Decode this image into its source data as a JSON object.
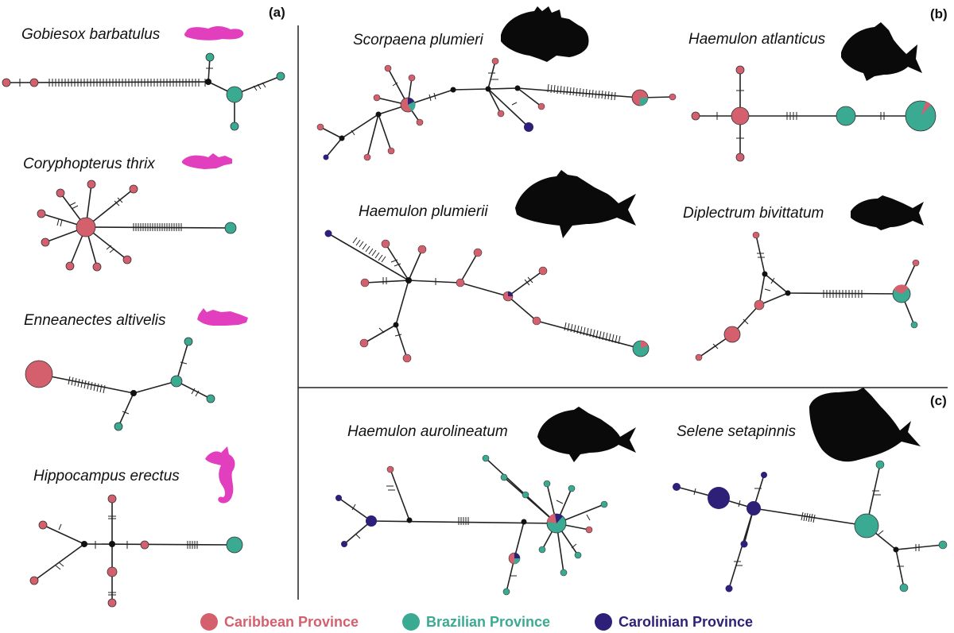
{
  "colors": {
    "caribbean": "#d4606e",
    "brazilian": "#3aaa92",
    "carolinian": "#2e1f78",
    "silhouette_pink": "#e23fbf",
    "silhouette_black": "#0a0a0a",
    "edge": "#222222"
  },
  "panel_labels": {
    "a": "(a)",
    "b": "(b)",
    "c": "(c)"
  },
  "species": {
    "gobiesox": "Gobiesox barbatulus",
    "coryphopterus": "Coryphopterus thrix",
    "enneanectes": "Enneanectes altivelis",
    "hippocampus": "Hippocampus erectus",
    "scorpaena": "Scorpaena plumieri",
    "h_atlanticus": "Haemulon atlanticus",
    "h_plumierii": "Haemulon plumierii",
    "diplectrum": "Diplectrum bivittatum",
    "h_aurolineatum": "Haemulon aurolineatum",
    "selene": "Selene setapinnis"
  },
  "legend": [
    {
      "label": "Caribbean Province",
      "color": "#d4606e"
    },
    {
      "label": "Brazilian Province",
      "color": "#3aaa92"
    },
    {
      "label": "Carolinian Province",
      "color": "#2e1f78"
    }
  ]
}
